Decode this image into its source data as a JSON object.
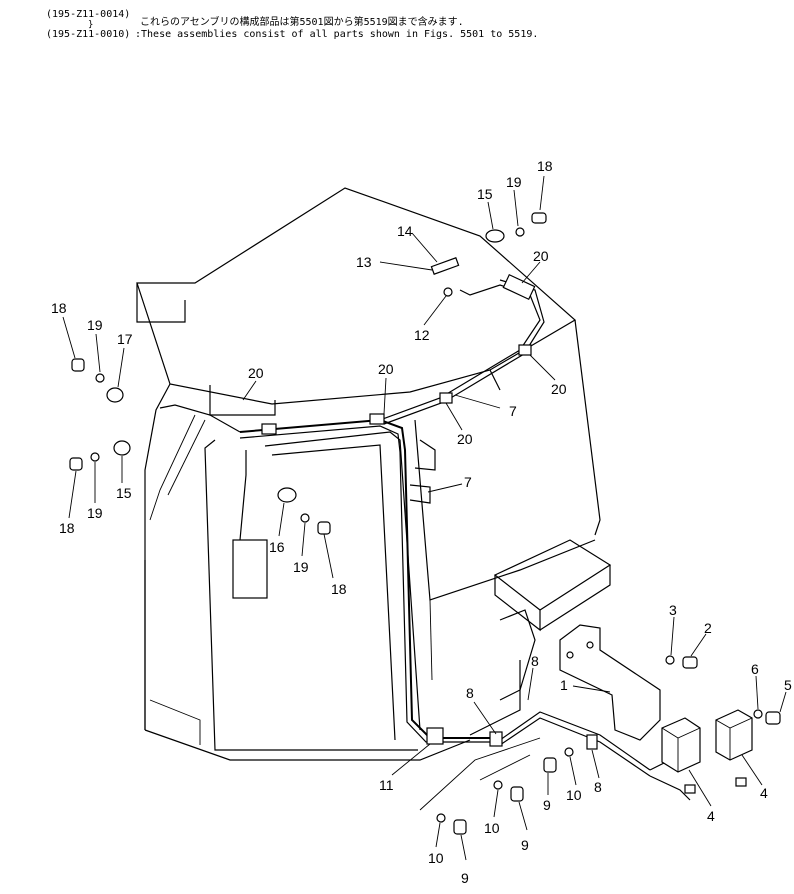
{
  "header": {
    "code_top": "(195-Z11-0014)",
    "brace": "}",
    "code_bottom": "(195-Z11-0010)",
    "jp_note": "これらのアセンブリの構成部品は第5501図から第5519図まで含みます.",
    "en_note": ":These assemblies consist of all parts shown in Figs. 5501 to 5519."
  },
  "callouts": [
    "18",
    "19",
    "15",
    "14",
    "13",
    "20",
    "12",
    "18",
    "19",
    "17",
    "20",
    "20",
    "7",
    "20",
    "20",
    "7",
    "15",
    "19",
    "18",
    "16",
    "19",
    "18",
    "3",
    "2",
    "6",
    "5",
    "8",
    "1",
    "8",
    "4",
    "4",
    "11",
    "8",
    "9",
    "10",
    "10",
    "9",
    "10",
    "9"
  ]
}
